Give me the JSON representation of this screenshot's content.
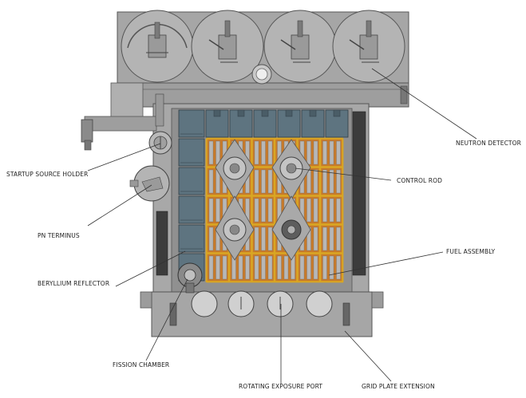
{
  "labels": {
    "neutron_detector": "NEUTRON DETECTOR",
    "startup_source_holder": "STARTUP SOURCE HOLDER",
    "control_rod": "CONTROL ROD",
    "pn_terminus": "PN TERMINUS",
    "fuel_assembly": "FUEL ASSEMBLY",
    "beryllium_reflector": "BERYLLIUM REFLECTOR",
    "fission_chamber": "FISSION CHAMBER",
    "rotating_exposure_port": "ROTATING EXPOSURE PORT",
    "grid_plate_extension": "GRID PLATE EXTENSION"
  },
  "colors": {
    "steel": "#a8a8a8",
    "steel_dark": "#8c8c8c",
    "reflector": "#5e7480",
    "fuel_gold": "#d9a623",
    "fuel_orange": "#c77a2a",
    "fuel_rod": "#b7b7b7"
  }
}
